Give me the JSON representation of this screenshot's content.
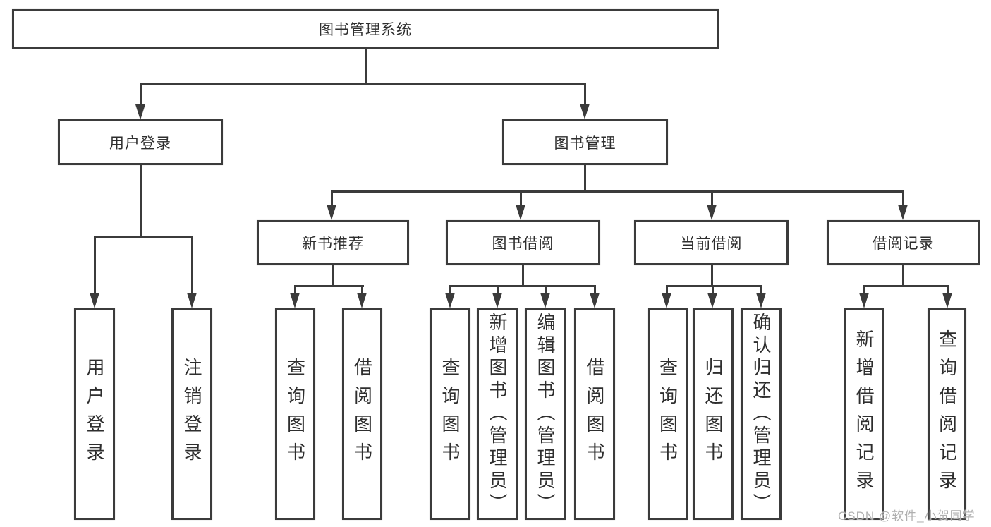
{
  "diagram": {
    "root": {
      "label": "图书管理系统"
    },
    "level2": [
      {
        "label": "用户登录"
      },
      {
        "label": "图书管理"
      }
    ],
    "level3": [
      {
        "label": "新书推荐"
      },
      {
        "label": "图书借阅"
      },
      {
        "label": "当前借阅"
      },
      {
        "label": "借阅记录"
      }
    ],
    "leaves": {
      "user": [
        "用户登录",
        "注销登录"
      ],
      "new_books": [
        "查询图书",
        "借阅图书"
      ],
      "borrow": [
        "查询图书",
        "新增图书（管理员）",
        "编辑图书（管理员）",
        "借阅图书"
      ],
      "current": [
        "查询图书",
        "归还图书",
        "确认归还（管理员）"
      ],
      "records": [
        "新增借阅记录",
        "查询借阅记录"
      ]
    }
  },
  "watermark": {
    "text": "CSDN @软件_小贺同学"
  },
  "colors": {
    "line": "#3b3b3b",
    "text": "#2e2e2e",
    "background": "#ffffff",
    "watermark": "#b0b0b0"
  }
}
